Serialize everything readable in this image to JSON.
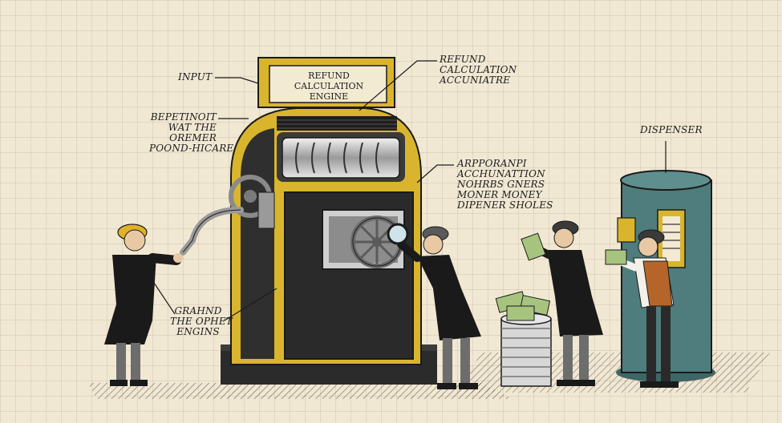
{
  "sign": {
    "line1": "REFUND CALCULATION",
    "line2": "ENGINE"
  },
  "labels": {
    "input": "INPUT",
    "refund_calc": [
      "REFUND",
      "CALCULATION",
      "ACCUNIATRE"
    ],
    "left_block": [
      "BEPETINOIT",
      "WAT THE",
      "OREMER",
      "POOND-HICARE"
    ],
    "right_block": [
      "ARPPORANPI",
      "ACCHUNATTION",
      "NOHRBS GNERS",
      "MONER MONEY",
      "DIPENER SHOLES"
    ],
    "dispenser": "DISPENSER",
    "bottom_left": [
      "GRAHND",
      "THE OPHET",
      "ENGINS"
    ]
  },
  "colors": {
    "background": "#f1e8d4",
    "machine_gold": "#d9b52e",
    "machine_dark": "#2b2b2b",
    "dispenser_teal": "#4f7c7c",
    "money_green": "#a7c47f"
  }
}
